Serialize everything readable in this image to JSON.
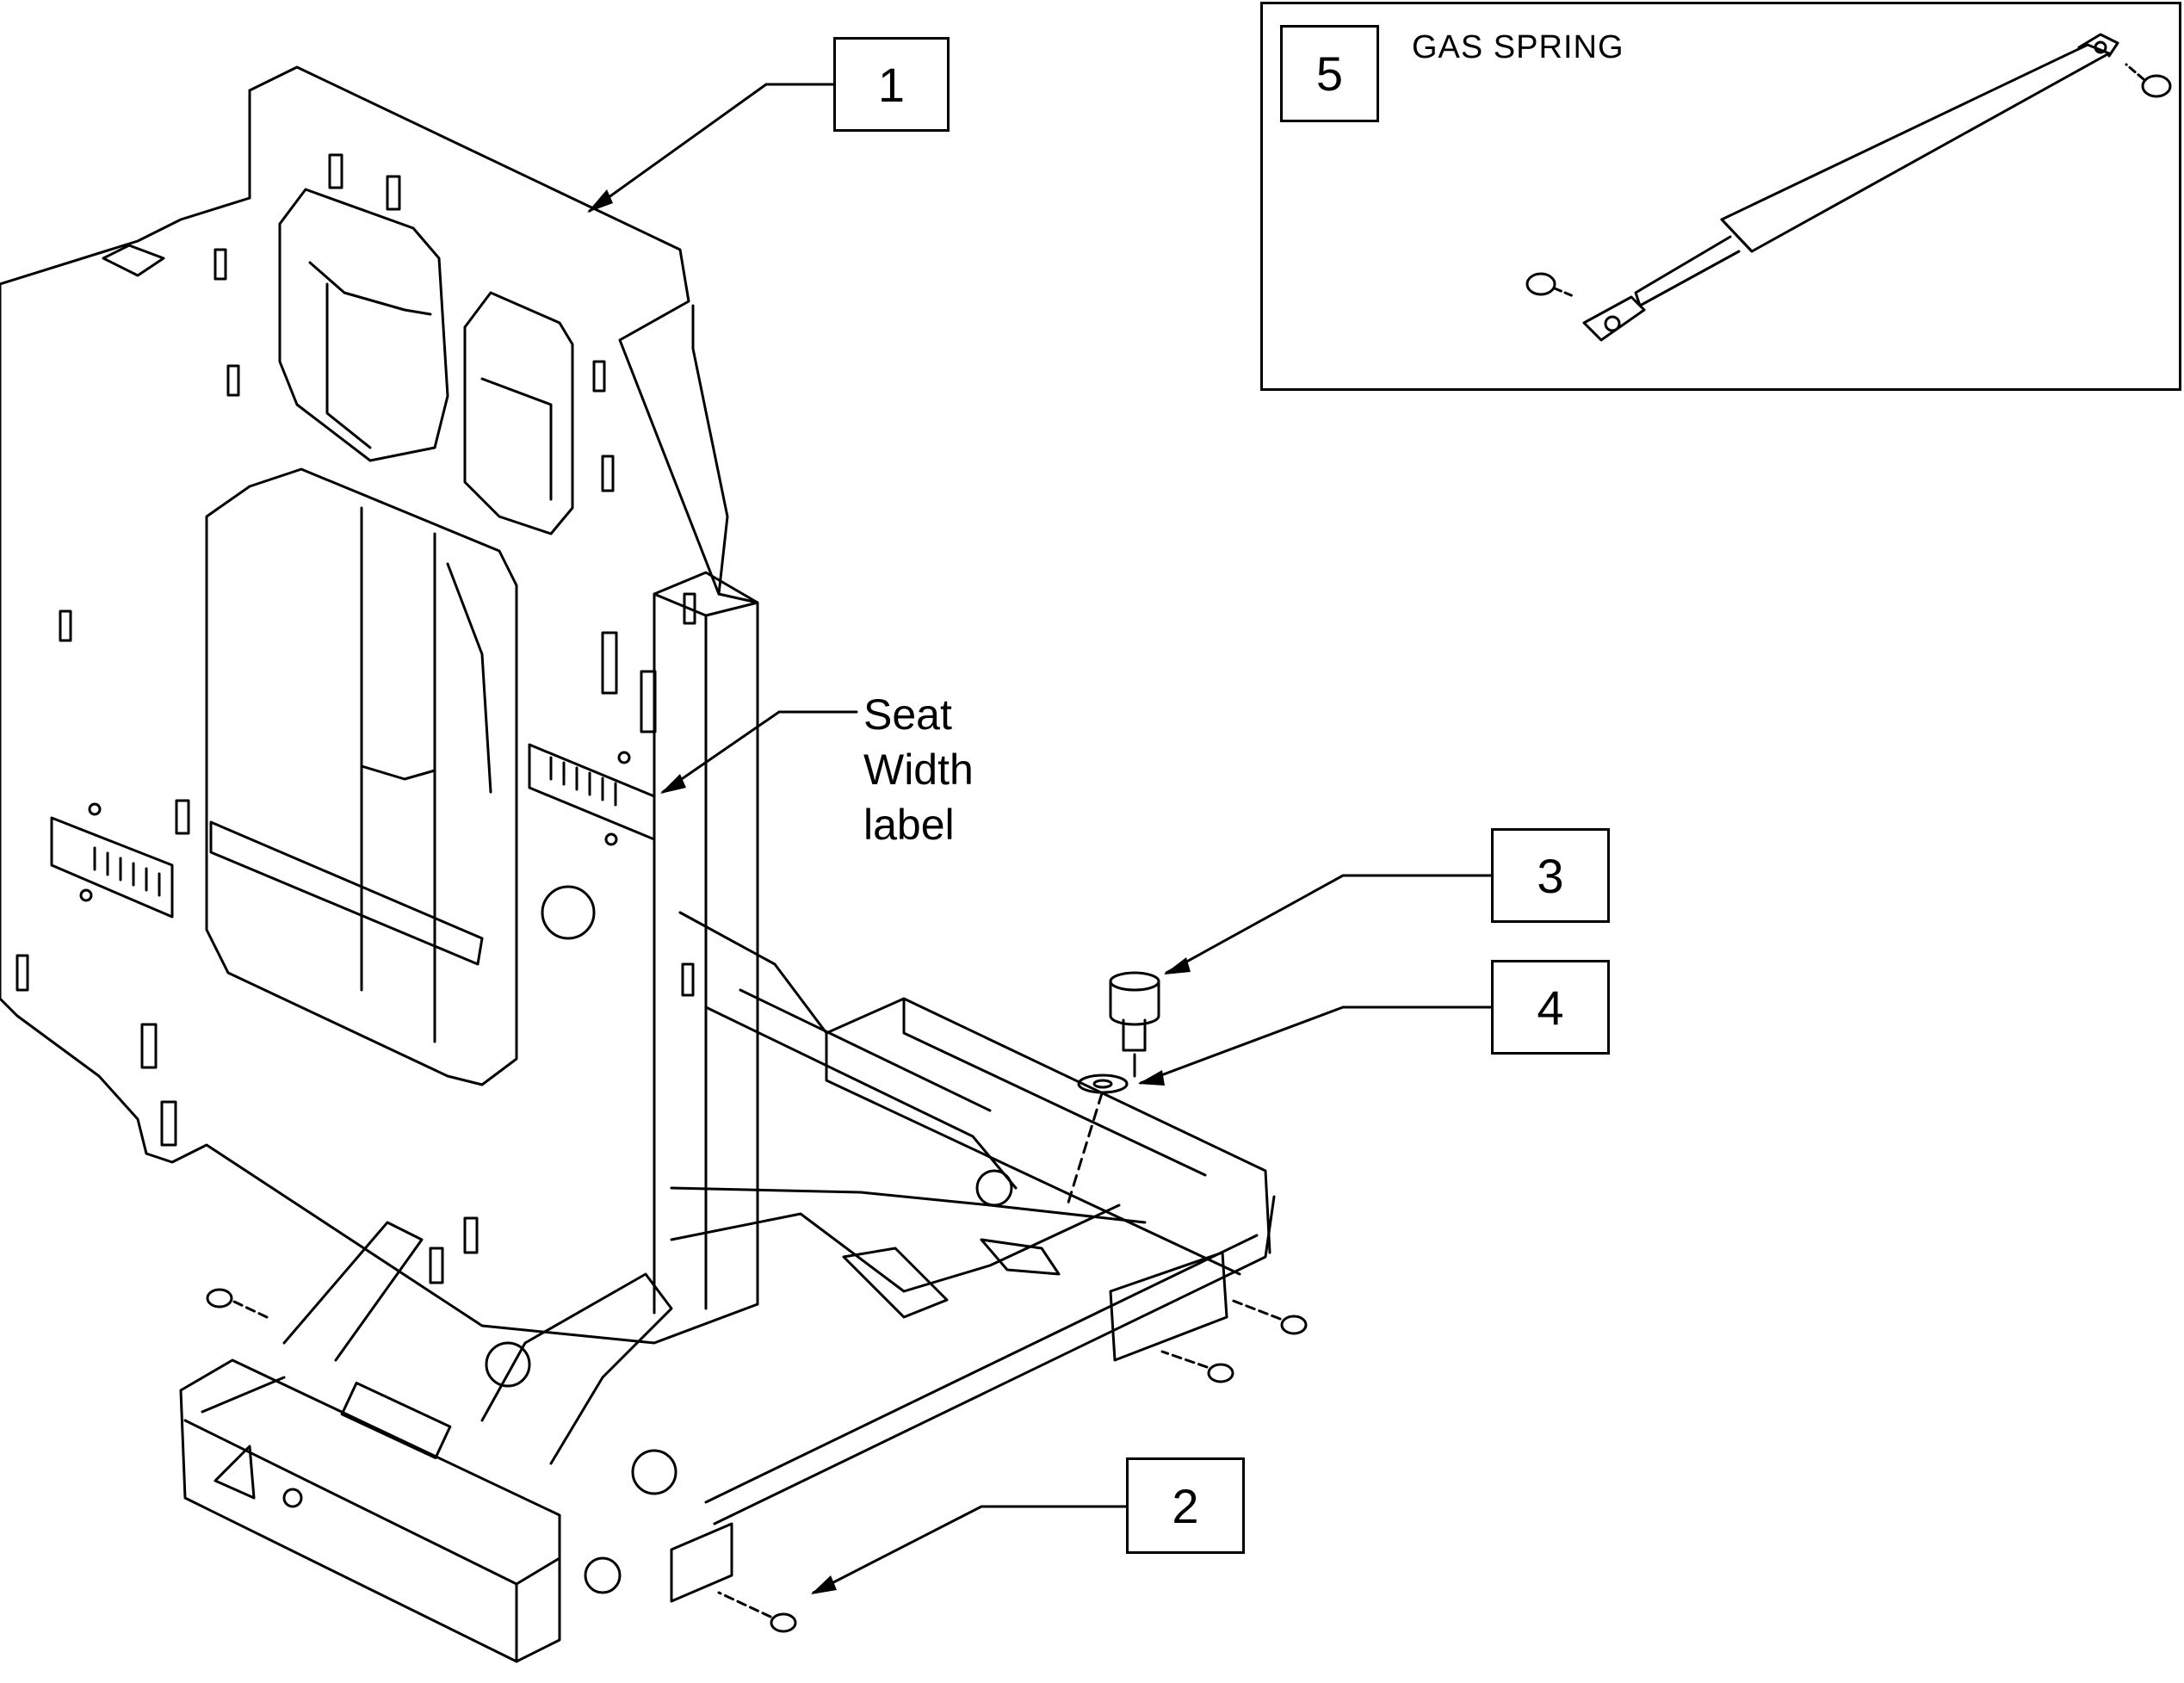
{
  "callouts": [
    {
      "id": "1",
      "label": "1"
    },
    {
      "id": "2",
      "label": "2"
    },
    {
      "id": "3",
      "label": "3"
    },
    {
      "id": "4",
      "label": "4"
    },
    {
      "id": "5",
      "label": "5"
    }
  ],
  "inset": {
    "title": "GAS SPRING"
  },
  "seat_label": {
    "line1": "Seat",
    "line2": "Width",
    "line3": "label"
  }
}
